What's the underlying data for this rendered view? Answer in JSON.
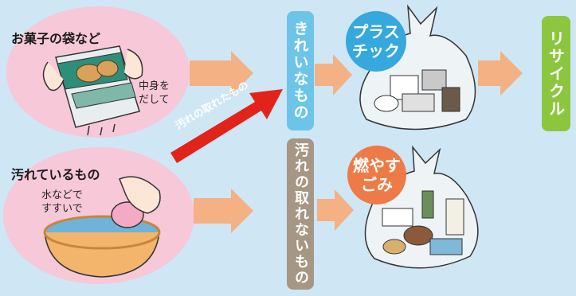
{
  "left": {
    "snack_title": "お菓子の袋など",
    "snack_note_1": "中身を",
    "snack_note_2": "だして",
    "dirty_title": "汚れているもの",
    "dirty_note_1": "水などで",
    "dirty_note_2": "すすいで"
  },
  "diagonal_label": "汚れの取れたもの",
  "middle": {
    "clean_label": "きれいなもの",
    "unclean_label": "汚れの取れないもの"
  },
  "right": {
    "plastic_badge_1": "プラス",
    "plastic_badge_2": "チック",
    "burnable_badge_1": "燃やす",
    "burnable_badge_2": "ごみ",
    "recycle_label": "リサイクル"
  },
  "colors": {
    "background": "#cfe6f5",
    "ellipse": "#f7c8d8",
    "arrow": "#f4b183",
    "diagonal_arrow": "#e2231a",
    "clean_bar": "#6cc5e8",
    "unclean_bar": "#a59784",
    "plastic_badge": "#35a8de",
    "burnable_badge": "#ee7b47",
    "recycle_bar": "#8cc63f"
  }
}
